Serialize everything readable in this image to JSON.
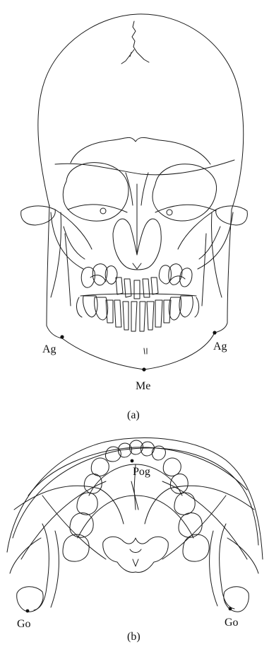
{
  "panel_a": {
    "caption": "(a)",
    "landmarks": {
      "ag_left": "Ag",
      "ag_right": "Ag",
      "me": "Me"
    }
  },
  "panel_b": {
    "caption": "(b)",
    "landmarks": {
      "pog": "Pog",
      "go_left": "Go",
      "go_right": "Go"
    }
  },
  "colors": {
    "stroke": "#1a1a1a",
    "background": "#ffffff"
  }
}
